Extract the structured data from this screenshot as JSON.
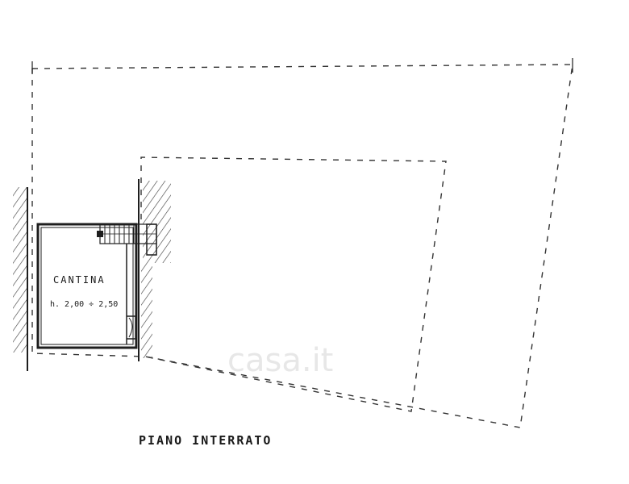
{
  "room": {
    "name": "CANTINA",
    "height_note": "h. 2,00 ÷ 2,50"
  },
  "plan_title": "PIANO INTERRATO",
  "watermark": "casa.it"
}
